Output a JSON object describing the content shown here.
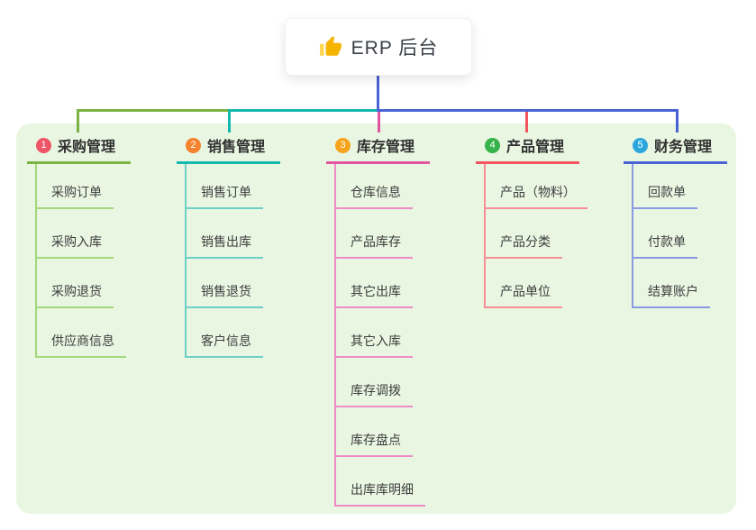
{
  "root": {
    "label": "ERP 后台",
    "icon": "thumbs-up-icon"
  },
  "canvas": {
    "background": "#ffffff",
    "panel_color": "#e9f6e2"
  },
  "branches": [
    {
      "badge": "1",
      "label": "采购管理",
      "badge_color": "#ee5566",
      "line_color": "#7cb342",
      "line_light": "#a3d77c",
      "children": [
        "采购订单",
        "采购入库",
        "采购退货",
        "供应商信息"
      ]
    },
    {
      "badge": "2",
      "label": "销售管理",
      "badge_color": "#f5822d",
      "line_color": "#14b8ac",
      "line_light": "#6fd0c7",
      "children": [
        "销售订单",
        "销售出库",
        "销售退货",
        "客户信息"
      ]
    },
    {
      "badge": "3",
      "label": "库存管理",
      "badge_color": "#f7a21b",
      "line_color": "#e2549f",
      "line_light": "#ef8cc5",
      "children": [
        "仓库信息",
        "产品库存",
        "其它出库",
        "其它入库",
        "库存调拨",
        "库存盘点",
        "出库库明细"
      ]
    },
    {
      "badge": "4",
      "label": "产品管理",
      "badge_color": "#36b34a",
      "line_color": "#f4545e",
      "line_light": "#f78f96",
      "children": [
        "产品（物料）",
        "产品分类",
        "产品单位"
      ]
    },
    {
      "badge": "5",
      "label": "财务管理",
      "badge_color": "#2ba7de",
      "line_color": "#4a63d4",
      "line_light": "#8b9ae3",
      "children": [
        "回款单",
        "付款单",
        "结算账户"
      ]
    }
  ]
}
